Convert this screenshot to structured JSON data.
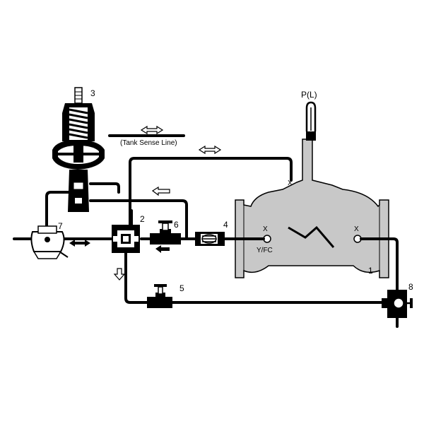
{
  "labels": {
    "pilot": "3",
    "pilot_valve": "2",
    "needle_valve": "6",
    "strainer": "4",
    "isolation_valve": "5",
    "main_valve": "1",
    "float_valve": "7",
    "cock": "8",
    "position_indicator": "P(L)",
    "yfc": "Y/FC",
    "tank_sense_line": "(Tank Sense Line)",
    "port_x_top": "X",
    "port_x_left": "X",
    "port_x_right": "X"
  }
}
